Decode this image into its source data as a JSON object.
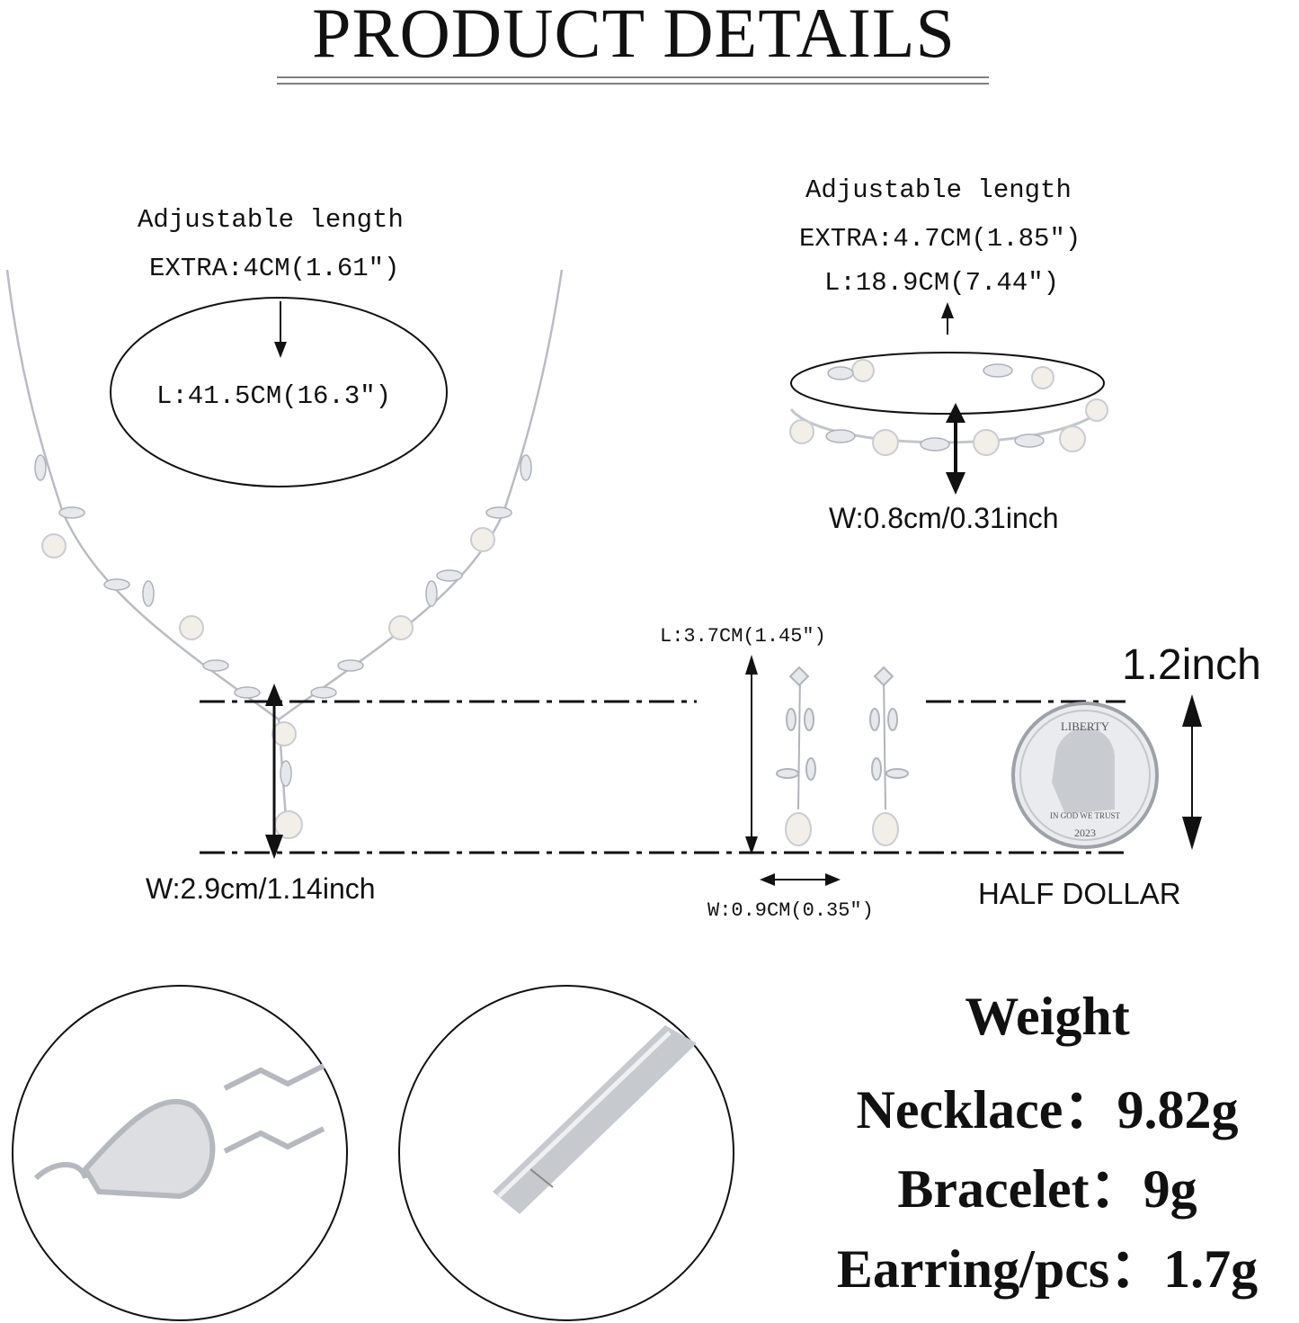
{
  "title": "PRODUCT DETAILS",
  "necklace": {
    "adjustable_label": "Adjustable length",
    "extra": "EXTRA:4CM(1.61\")",
    "length": "L:41.5CM(16.3\")",
    "pendant_width": "W:2.9cm/1.14inch"
  },
  "bracelet": {
    "adjustable_label": "Adjustable length",
    "extra": "EXTRA:4.7CM(1.85\")",
    "length": "L:18.9CM(7.44\")",
    "width": "W:0.8cm/0.31inch"
  },
  "earring": {
    "length": "L:3.7CM(1.45\")",
    "width": "W:0.9CM(0.35\")"
  },
  "coin": {
    "size": "1.2inch",
    "label": "HALF DOLLAR",
    "lettering": [
      "LIBERTY",
      "IN GOD WE TRUST",
      "2023"
    ]
  },
  "weight": {
    "heading": "Weight",
    "necklace": "Necklace：9.82g",
    "bracelet": "Bracelet：9g",
    "earring": "Earring/pcs：1.7g"
  },
  "colors": {
    "metal": "#c9ccd2",
    "pearl": "#f2efe9",
    "ink": "#111111"
  }
}
